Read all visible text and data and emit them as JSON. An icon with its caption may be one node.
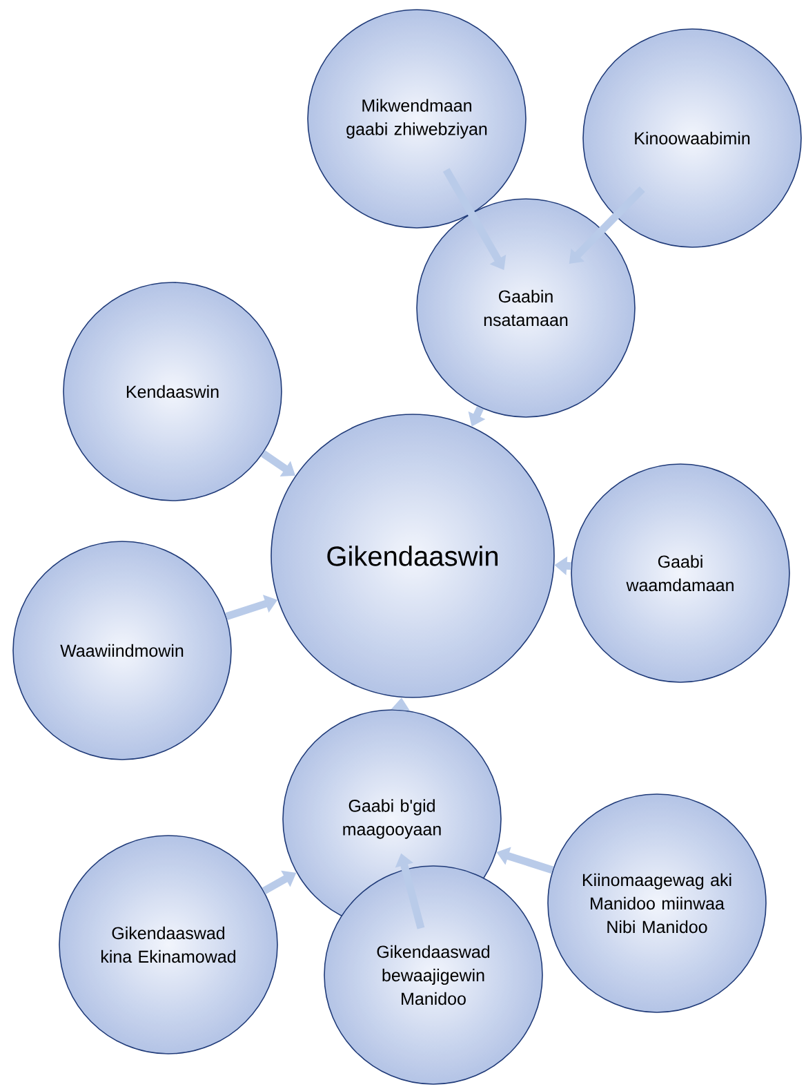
{
  "diagram": {
    "nodes": [
      {
        "text": [
          "Mikwendmaan gaabi zhiwebziyan"
        ]
      },
      {
        "text": [
          "Kinoowaabimin"
        ]
      },
      {
        "text": [
          "Gaabin nsatamaan"
        ]
      },
      {
        "text": [
          "Kendaaswin"
        ]
      },
      {
        "text": [
          "Gikendaaswin"
        ]
      },
      {
        "text": [
          "Gaabi waamdamaan"
        ]
      },
      {
        "text": [
          "Waawiindmowin"
        ]
      },
      {
        "text": [
          "Gaabi b'gid maagooyaan"
        ]
      },
      {
        "text": [
          "Gikendaaswad kina Ekinamowad"
        ]
      },
      {
        "text": [
          "Gikendaaswad bewaajigewin Manidoo"
        ]
      },
      {
        "text": [
          "Kiinomaagewag aki Manidoo miinwaa Nibi Manidoo"
        ]
      }
    ],
    "edges": [
      {
        "from": 0,
        "to": 2,
        "arrow": "to"
      },
      {
        "from": 1,
        "to": 2,
        "arrow": "to"
      },
      {
        "from": 2,
        "to": 4,
        "arrow": "to"
      },
      {
        "from": 3,
        "to": 4,
        "arrow": "to"
      },
      {
        "from": 5,
        "to": 4,
        "arrow": "to"
      },
      {
        "from": 6,
        "to": 4,
        "arrow": "to"
      },
      {
        "from": 7,
        "to": 4,
        "arrow": "to"
      },
      {
        "from": 8,
        "to": 7,
        "arrow": "to"
      },
      {
        "from": 9,
        "to": 7,
        "arrow": "to"
      },
      {
        "from": 10,
        "to": 7,
        "arrow": "to"
      }
    ]
  }
}
